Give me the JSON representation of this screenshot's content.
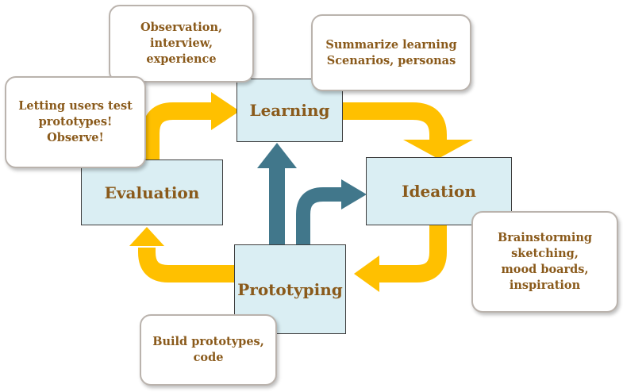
{
  "stages": {
    "learning": "Learning",
    "ideation": "Ideation",
    "prototyping": "Prototyping",
    "evaluation": "Evaluation"
  },
  "notes": {
    "observation": [
      "Observation,",
      "interview,",
      "experience"
    ],
    "summarize": [
      "Summarize learning",
      "Scenarios, personas"
    ],
    "letting": [
      "Letting users test",
      "prototypes!",
      "Observe!"
    ],
    "brainstorming": [
      "Brainstorming",
      "sketching,",
      "mood boards,",
      "inspiration"
    ],
    "build": [
      "Build prototypes,",
      "code"
    ]
  },
  "colors": {
    "cycle_arrow": "#ffc000",
    "iteration_arrow": "#41778b",
    "stage_fill": "#daeef3",
    "text": "#8a5a1b"
  }
}
